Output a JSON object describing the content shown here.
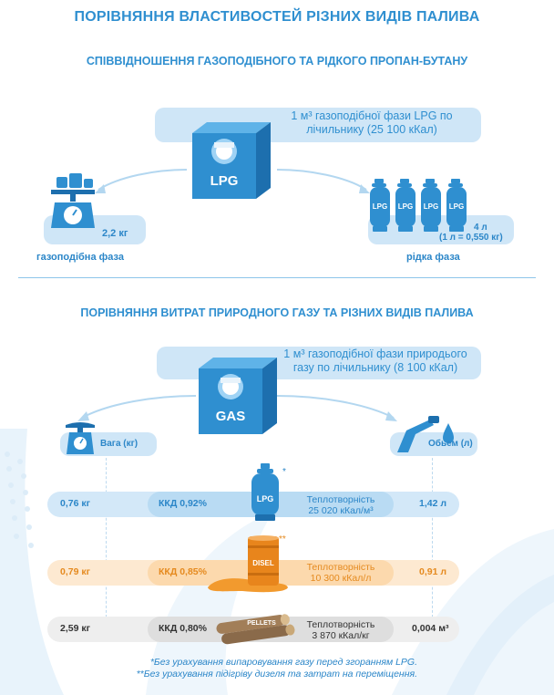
{
  "title": "ПОРІВНЯННЯ ВЛАСТИВОСТЕЙ РІЗНИХ ВИДІВ ПАЛИВА",
  "section1": {
    "title": "СПІВВІДНОШЕННЯ ГАЗОПОДІБНОГО ТА РІДКОГО ПРОПАН-БУТАНУ",
    "meter_text": "1 м³ газоподібної фази LPG по лічильнику (25 100 кКал)",
    "meter_label": "LPG",
    "gas_weight": "2,2 кг",
    "gas_phase_label": "газоподібна фаза",
    "cylinder_label": "LPG",
    "liquid_volume": "4 л",
    "liquid_note": "(1 л = 0,550 кг)",
    "liquid_phase_label": "рідка фаза"
  },
  "section2": {
    "title": "ПОРІВНЯННЯ ВИТРАТ ПРИРОДНОГО ГАЗУ ТА РІЗНИХ ВИДІВ ПАЛИВА",
    "meter_text": "1 м³ газоподібної фази природього газу по лічильнику (8 100 кКал)",
    "meter_label": "GAS",
    "weight_label": "Вага (кг)",
    "volume_label": "Обьем (л)",
    "rows": [
      {
        "weight": "0,76 кг",
        "efficiency": "ККД 0,92%",
        "icon_label": "LPG",
        "mark": "*",
        "heat_title": "Теплотворність",
        "heat_value": "25 020 кКал/м³",
        "volume": "1,42 л"
      },
      {
        "weight": "0,79 кг",
        "efficiency": "ККД 0,85%",
        "icon_label": "DISEL",
        "mark": "**",
        "heat_title": "Теплотворність",
        "heat_value": "10 300 кКал/л",
        "volume": "0,91 л"
      },
      {
        "weight": "2,59 кг",
        "efficiency": "ККД 0,80%",
        "icon_label": "PELLETS",
        "mark": "",
        "heat_title": "Теплотворність",
        "heat_value": "3 870 кКал/кг",
        "volume": "0,004 м³"
      }
    ]
  },
  "footnotes": [
    "*Без урахування випаровування газу перед згоранням LPG.",
    "**Без урахування підігріву дизеля та затрат на переміщення."
  ],
  "colors": {
    "blue": "#2f8fd0",
    "light_blue": "#cfe6f7",
    "orange": "#e58a1f",
    "light_orange": "#fde3c3",
    "grey": "#e4e4e4"
  }
}
